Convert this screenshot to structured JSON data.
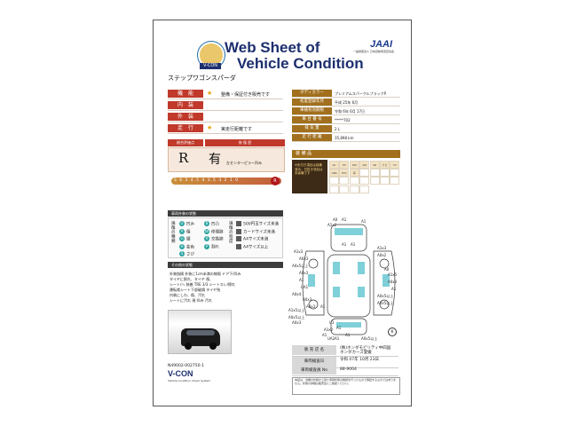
{
  "header": {
    "title_line1": "Web Sheet of",
    "title_line2": "Vehicle Condition",
    "logo_ribbon": "V-CON",
    "jaai": "JAAI",
    "jaai_sub": "一般財団法人 日本自動車査定協会"
  },
  "vehicle": {
    "name": "ステップワゴンスパーダ"
  },
  "left_rows": [
    {
      "label": "機　能",
      "star": true,
      "value": "整備・保証付き販売です"
    },
    {
      "label": "内　装",
      "star": false,
      "value": ""
    },
    {
      "label": "外　装",
      "star": false,
      "value": ""
    },
    {
      "label": "走　行",
      "star": true,
      "value": "実走行距離です"
    }
  ],
  "right_rows": [
    {
      "label": "ボディカラー",
      "value": "プレミアムスパークルブラックP"
    },
    {
      "label": "初度登録年月",
      "value": "平成 25年 6月"
    },
    {
      "label": "車検有効期限",
      "value": "令和 6年 6月 17日"
    },
    {
      "label": "車 台 番 号",
      "value": "*****702"
    },
    {
      "label": "排 気 量",
      "value": "2 L"
    },
    {
      "label": "走 行 距 離",
      "value": "35,898 km"
    }
  ],
  "score": {
    "head_total": "総合評価点",
    "head_repair": "修 復 歴",
    "grade": "R",
    "repair": "有",
    "note": "左センターピラー凹み",
    "scale": "S 6 5 4.5 4 3.5 3 2 1 0",
    "scale_mark": "R"
  },
  "equipment": {
    "head": "装 備 品",
    "note": "※色付き項目は装備済み、白抜き項目は未装備です",
    "items": [
      "AC",
      "PS",
      "PW",
      "AW",
      "SR",
      "ナビ",
      "TV",
      "ABS",
      "ETC",
      "革",
      "",
      "",
      "",
      "",
      "",
      "",
      "",
      "",
      "",
      "",
      "",
      "",
      "",
      "",
      ""
    ]
  },
  "legend": {
    "head": "車両外装の状態",
    "left_vert": "損傷の種類",
    "right_vert": "損傷の程度",
    "left_items": [
      {
        "code": "U",
        "name": "凹み"
      },
      {
        "code": "A",
        "name": "傷"
      },
      {
        "code": "G",
        "name": "錆"
      },
      {
        "code": "H",
        "name": "変色"
      },
      {
        "code": "S",
        "name": "さび"
      }
    ],
    "mid_items": [
      {
        "code": "B",
        "name": "凹凸"
      },
      {
        "code": "W",
        "name": "修理跡"
      },
      {
        "code": "X",
        "name": "交換跡"
      },
      {
        "code": "P",
        "name": "割れ"
      }
    ],
    "right_items": [
      {
        "code": "1",
        "name": "500円玉サイズ未満"
      },
      {
        "code": "2",
        "name": "カードサイズ未満"
      },
      {
        "code": "3",
        "name": "A4サイズ未満"
      },
      {
        "code": "4",
        "name": "A4サイズ以上"
      }
    ]
  },
  "other": {
    "head": "その他の状態",
    "lines": [
      "外装指摘 外装に1cm未満の線傷 ドア下/凹み",
      "タイヤに割れ、タイヤ 傷、",
      "シート/へ 装着 TRE 3/3 シートスレ/擦れ",
      "運転席シート下部破損 タイヤ残",
      "内装にしわ、傷、汚れ",
      "シートに汚れ 現 凹み 汚れ"
    ]
  },
  "diagram": {
    "labels": [
      "A0",
      "A1",
      "A1x2",
      "A1",
      "A1x3",
      "A0x3",
      "A0x5以上",
      "A1",
      "A1",
      "A1x3",
      "A0x2",
      "A0x3",
      "A1",
      "UA1",
      "A0x4",
      "A0x3",
      "A0x3",
      "A0",
      "A1x5",
      "A0x2",
      "A1",
      "A0x5以上",
      "A0x5以上",
      "A1x5以上",
      "A0x5以上",
      "A1",
      "A0x3",
      "U1",
      "A1",
      "A1",
      "A1",
      "A1",
      "A1x2",
      "A0x5以上",
      "UA2"
    ],
    "marker": "K"
  },
  "shop": [
    {
      "label": "販 売 店 名",
      "value": "(株)ホンダモビリティ中四国",
      "value2": "ホンダカーズ愛媛"
    },
    {
      "label": "車両検査日",
      "value": "令和 07年 10月 23日",
      "value2": ""
    },
    {
      "label": "車両検査員 No",
      "value": "88-9004",
      "value2": ""
    }
  ],
  "footer": {
    "number": "N49002-002750-1",
    "vcon": "V-CON",
    "vcon_sub": "Vehicle Condition Check System",
    "note": "本証は、当機の外観から見た車両状態の確認を行ったもので保証するものではありません。状態の詳細は販売店にご確認ください。"
  }
}
